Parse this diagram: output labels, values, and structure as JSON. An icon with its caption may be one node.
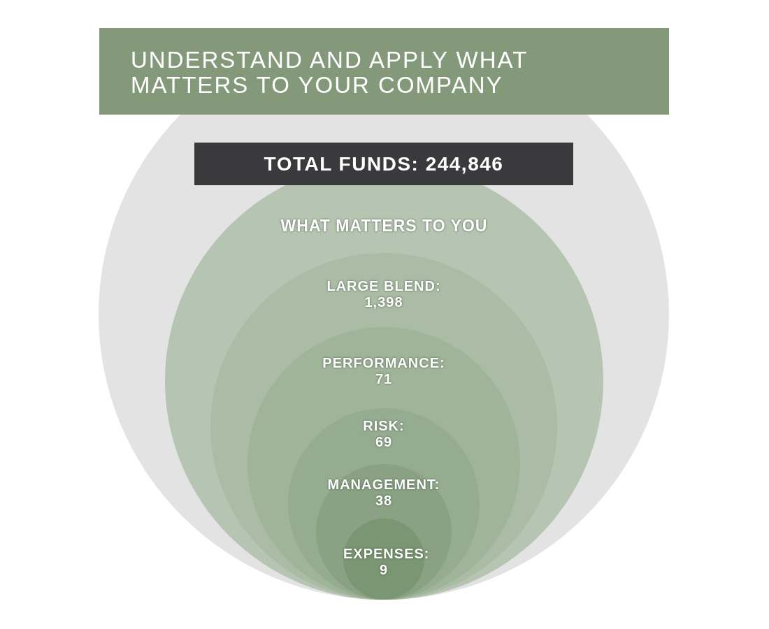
{
  "diagram": {
    "title": "UNDERSTAND AND APPLY WHAT MATTERS TO YOUR COMPANY",
    "nodes": [
      {
        "text": [],
        "shape": "circle"
      },
      {
        "text": [
          "TOTAL FUNDS: 244,846"
        ],
        "in": 0
      },
      {
        "text": [
          "WHAT MATTERS TO YOU"
        ],
        "in": 0
      },
      {
        "text": [
          "LARGE BLEND:",
          "1,398"
        ],
        "in": 2
      },
      {
        "text": [
          "PERFORMANCE:",
          "71"
        ],
        "in": 3
      },
      {
        "text": [
          "RISK:",
          "69"
        ],
        "in": 4
      },
      {
        "text": [
          "MANAGEMENT:",
          "38"
        ],
        "in": 5
      },
      {
        "text": [
          "EXPENSES:",
          "9"
        ],
        "in": 6
      }
    ]
  }
}
